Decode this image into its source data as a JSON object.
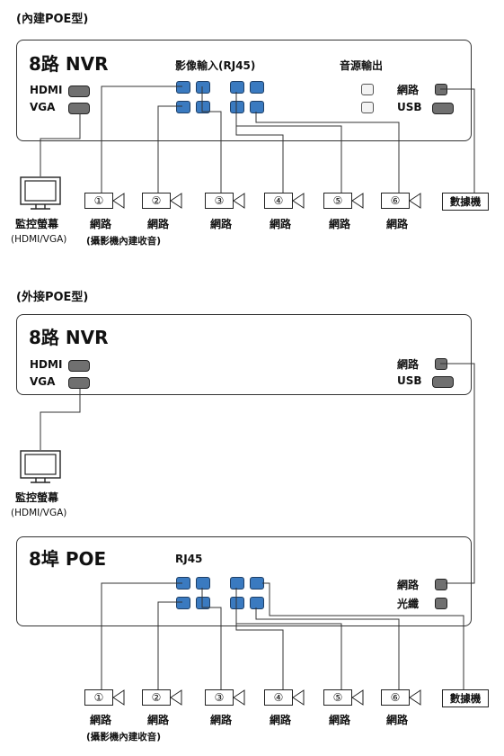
{
  "section1": {
    "title": "(內建POE型)",
    "nvr_title": "8路 NVR",
    "hdmi": "HDMI",
    "vga": "VGA",
    "video_in": "影像輸入(RJ45)",
    "audio_out": "音源輸出",
    "network": "網路",
    "usb": "USB",
    "monitor": "監控螢幕",
    "monitor_sub": "(HDMI/VGA)",
    "cameras": [
      "①",
      "②",
      "③",
      "④",
      "⑤",
      "⑥"
    ],
    "camera_label": "網路",
    "camera_note": "(攝影機內建收音)",
    "switch": "數據機"
  },
  "section2": {
    "title": "(外接POE型)",
    "nvr_title": "8路 NVR",
    "hdmi": "HDMI",
    "vga": "VGA",
    "network": "網路",
    "usb": "USB",
    "monitor": "監控螢幕",
    "monitor_sub": "(HDMI/VGA)",
    "poe_title": "8埠 POE",
    "rj45": "RJ45",
    "poe_network": "網路",
    "poe_fiber": "光纖",
    "cameras": [
      "①",
      "②",
      "③",
      "④",
      "⑤",
      "⑥"
    ],
    "camera_label": "網路",
    "camera_note": "(攝影機內建收音)",
    "switch": "數據機"
  },
  "colors": {
    "rj45_port": "#3a7ac0",
    "port": "#707070",
    "line": "#333333"
  }
}
